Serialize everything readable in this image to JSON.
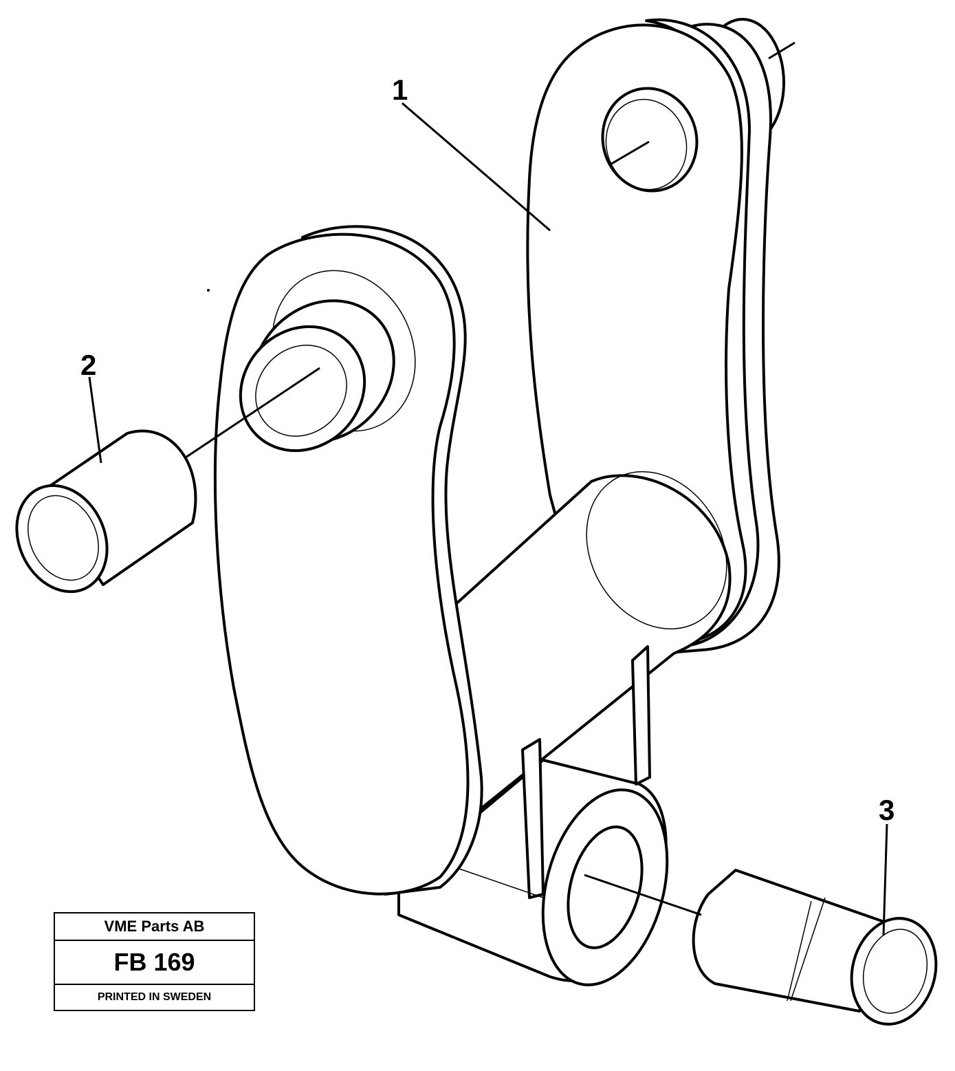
{
  "diagram": {
    "callouts": [
      {
        "id": "1",
        "label": "1"
      },
      {
        "id": "2",
        "label": "2"
      },
      {
        "id": "3",
        "label": "3"
      }
    ]
  },
  "stamp": {
    "company": "VME Parts AB",
    "code": "FB 169",
    "printed": "PRINTED IN SWEDEN"
  }
}
